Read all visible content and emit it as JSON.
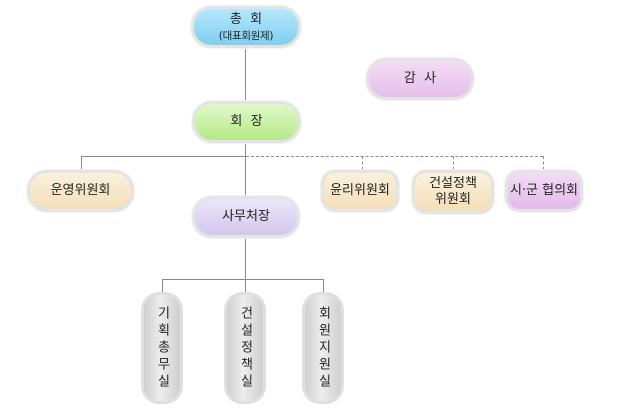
{
  "general_assembly": {
    "title": "총  회",
    "subtitle": "(대표회원제)",
    "color": "#7fcff0"
  },
  "auditor": {
    "label": "감  사",
    "color": "#eac6ee"
  },
  "president": {
    "label": "회  장",
    "color": "#c5f0a0"
  },
  "operating_committee": {
    "label": "운영위원회",
    "color": "#f7e6c4"
  },
  "secretariat": {
    "label": "사무처장",
    "color": "#ddd2f2"
  },
  "ethics_committee": {
    "label": "윤리위원회",
    "color": "#f7e6c4"
  },
  "construction_policy_committee": {
    "label": "건설정책\n위원회",
    "color": "#f7e6c4"
  },
  "regional_council": {
    "label": "시·군 협의회",
    "color": "#eac6ee"
  },
  "departments": [
    {
      "label": "기획총무실"
    },
    {
      "label": "건설정책실"
    },
    {
      "label": "회원지원실"
    }
  ]
}
